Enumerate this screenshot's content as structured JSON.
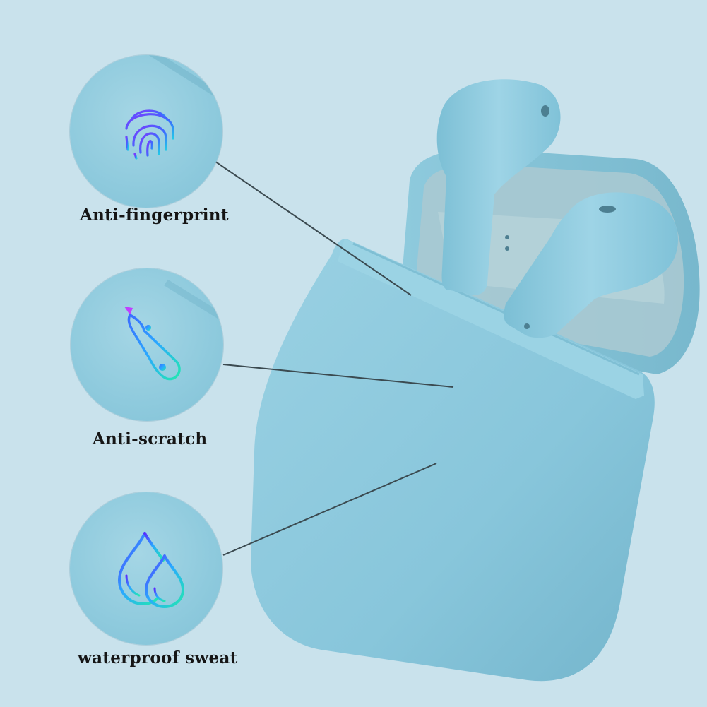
{
  "features": [
    {
      "id": "anti-fingerprint",
      "label": "Anti-fingerprint",
      "icon": "fingerprint-icon"
    },
    {
      "id": "anti-scratch",
      "label": "Anti-scratch",
      "icon": "utility-knife-icon"
    },
    {
      "id": "waterproof",
      "label": "waterproof sweat",
      "icon": "water-drops-icon"
    }
  ],
  "colors": {
    "background": "#c9e2ec",
    "case": "#8ecadd",
    "icon_gradient_start": "#7b3bff",
    "icon_gradient_end": "#22e8b0"
  }
}
